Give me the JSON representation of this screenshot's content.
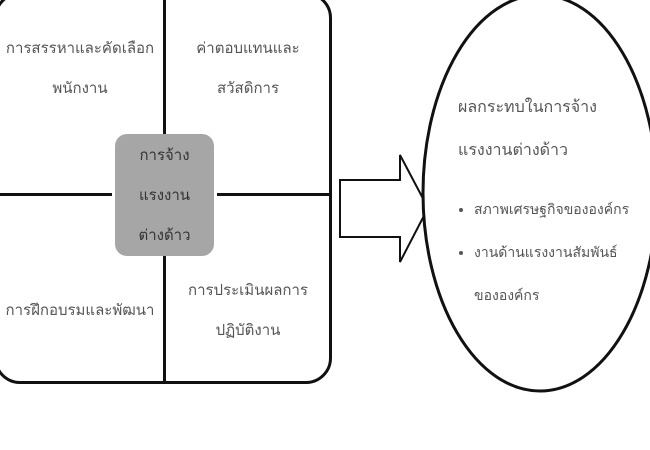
{
  "quadrants": {
    "top_left": [
      "การสรรหาและคัดเลือก",
      "พนักงาน"
    ],
    "top_right": [
      "ค่าตอบแทนและ",
      "สวัสดิการ"
    ],
    "bottom_left": [
      "การฝึกอบรมและพัฒนา"
    ],
    "bottom_right": [
      "การประเมินผลการ",
      "ปฏิบัติงาน"
    ]
  },
  "center": [
    "การจ้าง",
    "แรงงาน",
    "ต่างด้าว"
  ],
  "impact": {
    "title": [
      "ผลกระทบในการจ้าง",
      "แรงงานต่างด้าว"
    ],
    "bullets": [
      "สภาพเศรษฐกิจขององค์กร",
      "งานด้านแรงงานสัมพันธ์ขององค์กร"
    ]
  },
  "colors": {
    "center_fill": "#a6a6a6",
    "stroke": "#111111"
  }
}
